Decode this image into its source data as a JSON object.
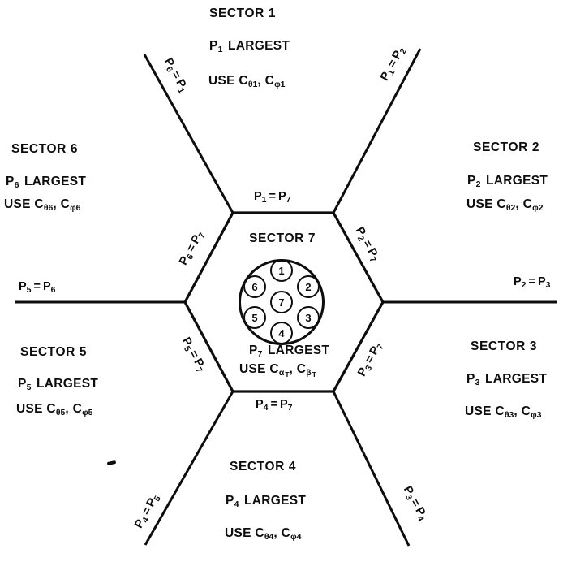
{
  "colors": {
    "background": "#ffffff",
    "ink": "#0d0d0d"
  },
  "sector_labels": {
    "s1": {
      "title": "SECTOR 1",
      "p": "P",
      "p_sub": "1",
      "largest": "LARGEST",
      "use_c": "USE C",
      "c1_sub": "θ1",
      "mid": ", C",
      "c2_sub": "φ1"
    },
    "s2": {
      "title": "SECTOR 2",
      "p": "P",
      "p_sub": "2",
      "largest": "LARGEST",
      "use_c": "USE C",
      "c1_sub": "θ2",
      "mid": ", C",
      "c2_sub": "φ2"
    },
    "s3": {
      "title": "SECTOR 3",
      "p": "P",
      "p_sub": "3",
      "largest": "LARGEST",
      "use_c": "USE C",
      "c1_sub": "θ3",
      "mid": ", C",
      "c2_sub": "φ3"
    },
    "s4": {
      "title": "SECTOR 4",
      "p": "P",
      "p_sub": "4",
      "largest": "LARGEST",
      "use_c": "USE C",
      "c1_sub": "θ4",
      "mid": ", C",
      "c2_sub": "φ4"
    },
    "s5": {
      "title": "SECTOR 5",
      "p": "P",
      "p_sub": "5",
      "largest": "LARGEST",
      "use_c": "USE C",
      "c1_sub": "θ5",
      "mid": ", C",
      "c2_sub": "φ5"
    },
    "s6": {
      "title": "SECTOR 6",
      "p": "P",
      "p_sub": "6",
      "largest": "LARGEST",
      "use_c": "USE C",
      "c1_sub": "θ6",
      "mid": ", C",
      "c2_sub": "φ6"
    },
    "s7": {
      "title": "SECTOR 7",
      "p": "P",
      "p_sub": "7",
      "largest": "LARGEST",
      "use_c": "USE C",
      "c1_sub": "α",
      "c1_subsub": "T",
      "mid": ", C",
      "c2_sub": "β",
      "c2_subsub": "T"
    }
  },
  "hexagon_edge_labels": {
    "top": {
      "lhs": "P",
      "lhs_sub": "1",
      "eq": "=",
      "rhs": "P",
      "rhs_sub": "7"
    },
    "upper_right": {
      "lhs": "P",
      "lhs_sub": "2",
      "eq": "=",
      "rhs": "P",
      "rhs_sub": "7"
    },
    "lower_right": {
      "lhs": "P",
      "lhs_sub": "3",
      "eq": "=",
      "rhs": "P",
      "rhs_sub": "7"
    },
    "bottom": {
      "lhs": "P",
      "lhs_sub": "4",
      "eq": "=",
      "rhs": "P",
      "rhs_sub": "7"
    },
    "lower_left": {
      "lhs": "P",
      "lhs_sub": "5",
      "eq": "=",
      "rhs": "P",
      "rhs_sub": "7"
    },
    "upper_left": {
      "lhs": "P",
      "lhs_sub": "6",
      "eq": "=",
      "rhs": "P",
      "rhs_sub": "7"
    }
  },
  "sector_boundary_labels": {
    "top_left": {
      "lhs": "P",
      "lhs_sub": "6",
      "eq": "=",
      "rhs": "P",
      "rhs_sub": "1"
    },
    "top_right": {
      "lhs": "P",
      "lhs_sub": "1",
      "eq": "=",
      "rhs": "P",
      "rhs_sub": "2"
    },
    "right": {
      "lhs": "P",
      "lhs_sub": "2",
      "eq": "=",
      "rhs": "P",
      "rhs_sub": "3"
    },
    "bottom_right": {
      "lhs": "P",
      "lhs_sub": "3",
      "eq": "=",
      "rhs": "P",
      "rhs_sub": "4"
    },
    "bottom_left": {
      "lhs": "P",
      "lhs_sub": "4",
      "eq": "=",
      "rhs": "P",
      "rhs_sub": "5"
    },
    "left": {
      "lhs": "P",
      "lhs_sub": "5",
      "eq": "=",
      "rhs": "P",
      "rhs_sub": "6"
    }
  },
  "feed_circles": [
    "1",
    "2",
    "3",
    "4",
    "5",
    "6",
    "7"
  ]
}
